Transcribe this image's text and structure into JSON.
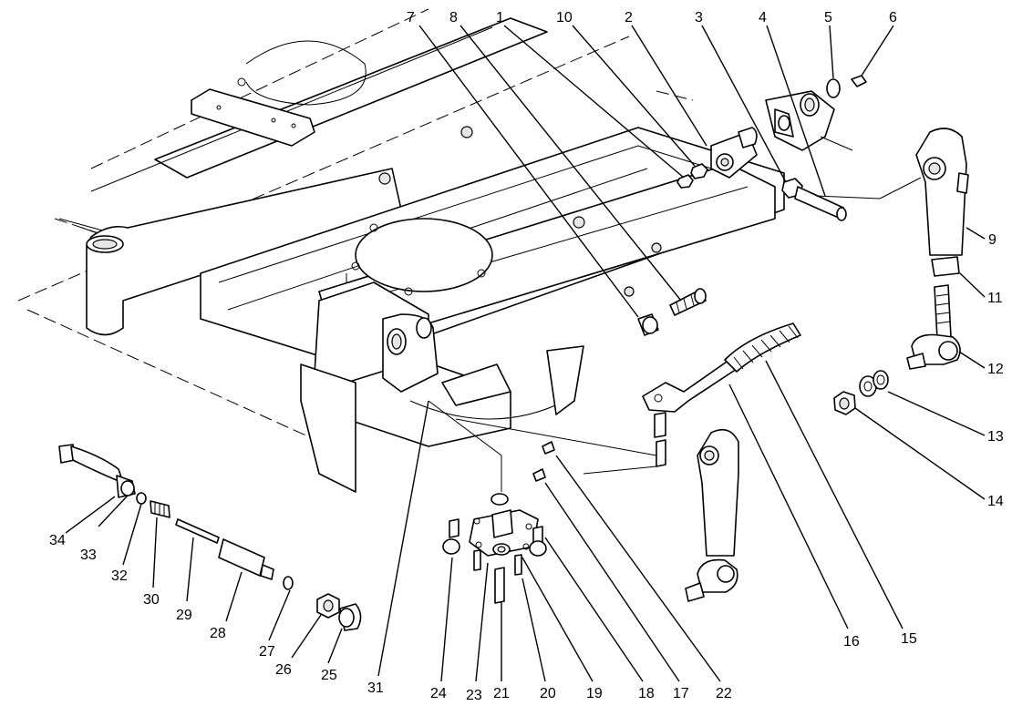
{
  "callouts": [
    {
      "id": "7",
      "label": "7"
    },
    {
      "id": "8",
      "label": "8"
    },
    {
      "id": "1",
      "label": "1"
    },
    {
      "id": "10",
      "label": "10"
    },
    {
      "id": "2",
      "label": "2"
    },
    {
      "id": "3",
      "label": "3"
    },
    {
      "id": "4",
      "label": "4"
    },
    {
      "id": "5",
      "label": "5"
    },
    {
      "id": "6",
      "label": "6"
    },
    {
      "id": "9",
      "label": "9"
    },
    {
      "id": "11",
      "label": "11"
    },
    {
      "id": "12",
      "label": "12"
    },
    {
      "id": "13",
      "label": "13"
    },
    {
      "id": "14",
      "label": "14"
    },
    {
      "id": "15",
      "label": "15"
    },
    {
      "id": "16",
      "label": "16"
    },
    {
      "id": "22",
      "label": "22"
    },
    {
      "id": "17",
      "label": "17"
    },
    {
      "id": "18",
      "label": "18"
    },
    {
      "id": "19",
      "label": "19"
    },
    {
      "id": "20",
      "label": "20"
    },
    {
      "id": "21",
      "label": "21"
    },
    {
      "id": "23",
      "label": "23"
    },
    {
      "id": "24",
      "label": "24"
    },
    {
      "id": "31",
      "label": "31"
    },
    {
      "id": "25",
      "label": "25"
    },
    {
      "id": "26",
      "label": "26"
    },
    {
      "id": "27",
      "label": "27"
    },
    {
      "id": "28",
      "label": "28"
    },
    {
      "id": "29",
      "label": "29"
    },
    {
      "id": "30",
      "label": "30"
    },
    {
      "id": "32",
      "label": "32"
    },
    {
      "id": "33",
      "label": "33"
    },
    {
      "id": "34",
      "label": "34"
    }
  ]
}
